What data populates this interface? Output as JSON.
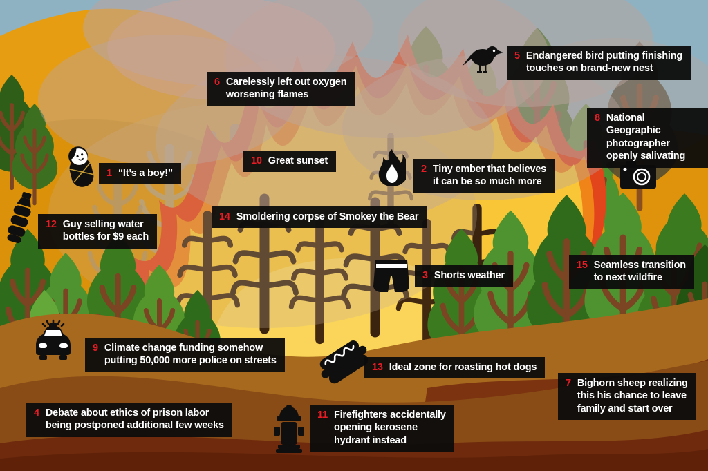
{
  "palette": {
    "accent_red": "#e81c24",
    "label_bg": "#0c0c0c",
    "label_text": "#ffffff",
    "sky": "#8eb2c1",
    "hill_orange": "#e79d12",
    "fire_yellow": "#f8c637",
    "fire_orange": "#f08419",
    "fire_red": "#e2441b",
    "tree_green": "#4f9330",
    "ground_brown": "#8a4c16",
    "icon_black": "#0f0f0f"
  },
  "callouts": [
    {
      "num": "1",
      "text": "“It’s a boy!”",
      "icon": "baby-icon"
    },
    {
      "num": "2",
      "text": "Tiny ember that believes\nit can be so much more",
      "icon": "flame-icon"
    },
    {
      "num": "3",
      "text": "Shorts weather",
      "icon": "shorts-icon"
    },
    {
      "num": "4",
      "text": "Debate about ethics of prison labor\nbeing postponed additional few weeks",
      "icon": null
    },
    {
      "num": "5",
      "text": "Endangered bird putting finishing\ntouches on brand-new nest",
      "icon": "bird-icon"
    },
    {
      "num": "6",
      "text": "Carelessly left out oxygen\nworsening flames",
      "icon": null
    },
    {
      "num": "7",
      "text": "Bighorn sheep realizing\nthis his chance to leave\nfamily and start over",
      "icon": null
    },
    {
      "num": "8",
      "text": "National Geographic\nphotographer\nopenly salivating",
      "icon": "camera-icon"
    },
    {
      "num": "9",
      "text": "Climate change funding somehow\nputting 50,000 more police on streets",
      "icon": "police-car-icon"
    },
    {
      "num": "10",
      "text": "Great sunset",
      "icon": null
    },
    {
      "num": "11",
      "text": "Firefighters accidentally\nopening kerosene\nhydrant instead",
      "icon": "fire-hydrant-icon"
    },
    {
      "num": "12",
      "text": "Guy selling water\nbottles for $9 each",
      "icon": "water-bottle-icon"
    },
    {
      "num": "13",
      "text": "Ideal zone for roasting hot dogs",
      "icon": "hot-dog-icon"
    },
    {
      "num": "14",
      "text": "Smoldering corpse of Smokey the Bear",
      "icon": null
    },
    {
      "num": "15",
      "text": "Seamless transition\nto next wildfire",
      "icon": null
    }
  ]
}
